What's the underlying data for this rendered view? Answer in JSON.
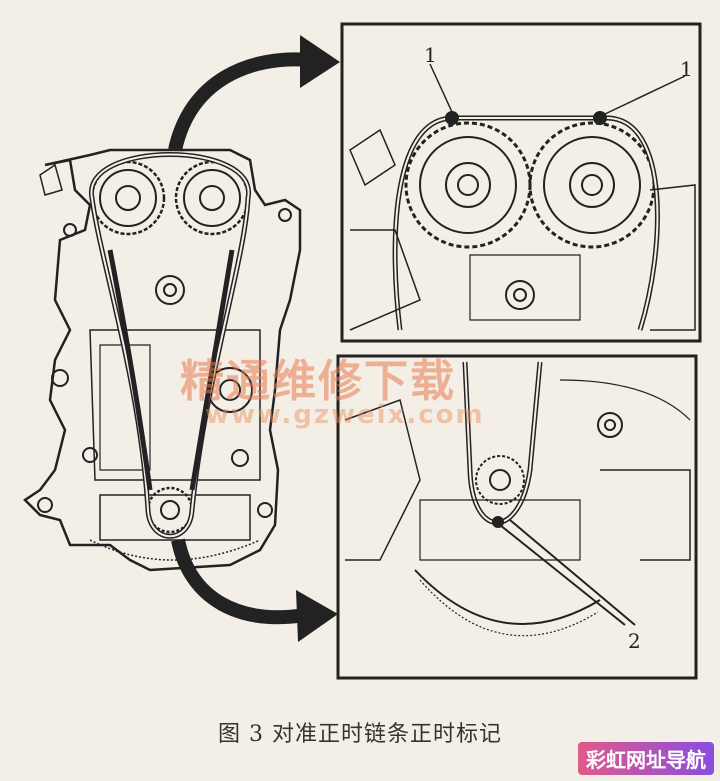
{
  "figure": {
    "caption": "图 3 对准正时链条正时标记",
    "callouts": {
      "top_left": "1",
      "top_right": "1",
      "bottom": "2"
    }
  },
  "watermark": {
    "text": "精通维修下载",
    "url": "www.gzweix.com"
  },
  "brand_logo": "彩虹网址导航"
}
